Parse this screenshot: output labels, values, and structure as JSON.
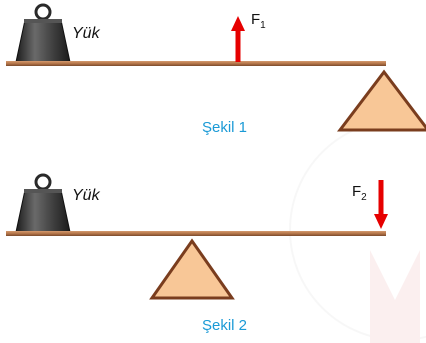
{
  "colors": {
    "lever": "#b5764a",
    "lever_edge": "#7a4a2c",
    "fulcrum_fill": "#f8c797",
    "fulcrum_stroke": "#7a3d1e",
    "force_arrow": "#e60000",
    "caption": "#1a9ad6",
    "weight_body": "#3a3a3a"
  },
  "figure1": {
    "load_label": "Yük",
    "force_symbol": "F",
    "force_subscript": "1",
    "force_direction": "up",
    "caption": "Şekil 1"
  },
  "figure2": {
    "load_label": "Yük",
    "force_symbol": "F",
    "force_subscript": "2",
    "force_direction": "down",
    "caption": "Şekil 2"
  }
}
